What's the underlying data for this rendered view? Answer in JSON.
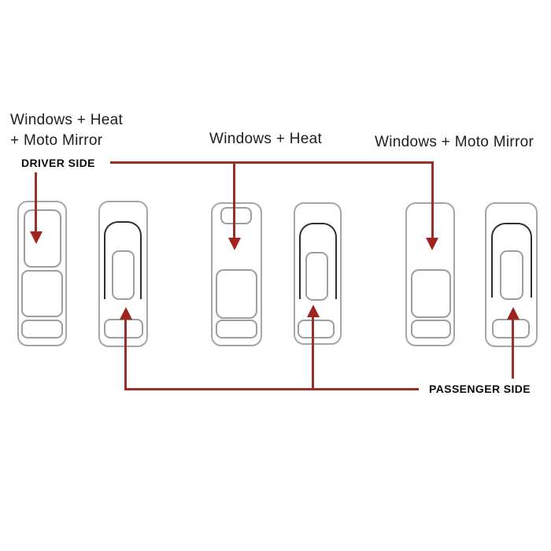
{
  "labels": {
    "group_left_line1": "Windows + Heat",
    "group_left_line2": "+ Moto Mirror",
    "group_center": "Windows + Heat",
    "group_right": "Windows + Moto Mirror",
    "driver_side": "DRIVER SIDE",
    "passenger_side": "PASSENGER SIDE"
  },
  "colors": {
    "background": "#ffffff",
    "connector_line": "#97302b",
    "arrowhead": "#a0241e",
    "panel_outline": "#a6a6a6",
    "inner_switch_outline": "#9e9e9e",
    "arc_outline": "#2f2f2f",
    "label_text": "#1e1e1e",
    "bold_label_text": "#0a0a0a"
  },
  "icons": {
    "arrow_down": "filled triangle pointing down (css shape)",
    "arrow_up": "filled triangle pointing up (css shape)"
  },
  "panels": [
    {
      "position": "far-left",
      "side": "driver",
      "config": "Windows + Heat + Moto Mirror"
    },
    {
      "position": "left-pair-right",
      "side": "passenger",
      "config": "Windows + Heat + Moto Mirror"
    },
    {
      "position": "center-pair-left",
      "side": "driver",
      "config": "Windows + Heat"
    },
    {
      "position": "center-pair-right",
      "side": "passenger",
      "config": "Windows + Heat"
    },
    {
      "position": "right-pair-left",
      "side": "driver",
      "config": "Windows + Moto Mirror"
    },
    {
      "position": "right-pair-right",
      "side": "passenger",
      "config": "Windows + Moto Mirror"
    }
  ]
}
